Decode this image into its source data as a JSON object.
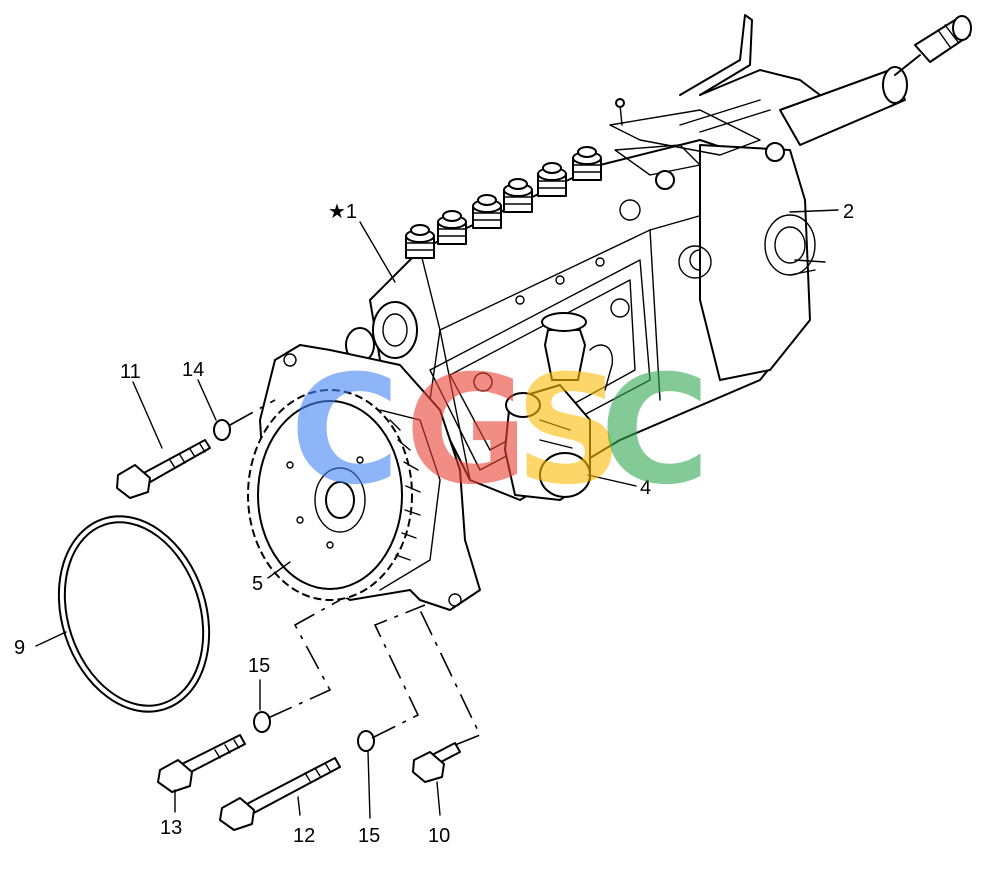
{
  "diagram": {
    "callouts": [
      {
        "id": "1",
        "text": "★1"
      },
      {
        "id": "2",
        "text": "2"
      },
      {
        "id": "4",
        "text": "4"
      },
      {
        "id": "5",
        "text": "5"
      },
      {
        "id": "9",
        "text": "9"
      },
      {
        "id": "10",
        "text": "10"
      },
      {
        "id": "11",
        "text": "11"
      },
      {
        "id": "12",
        "text": "12"
      },
      {
        "id": "13",
        "text": "13"
      },
      {
        "id": "14",
        "text": "14"
      },
      {
        "id": "15a",
        "text": "15"
      },
      {
        "id": "15b",
        "text": "15"
      }
    ]
  },
  "watermark": {
    "letters": [
      "C",
      "G",
      "S",
      "C"
    ],
    "colors": [
      "#4285F4",
      "#EA4335",
      "#FBBC05",
      "#34A853"
    ]
  }
}
